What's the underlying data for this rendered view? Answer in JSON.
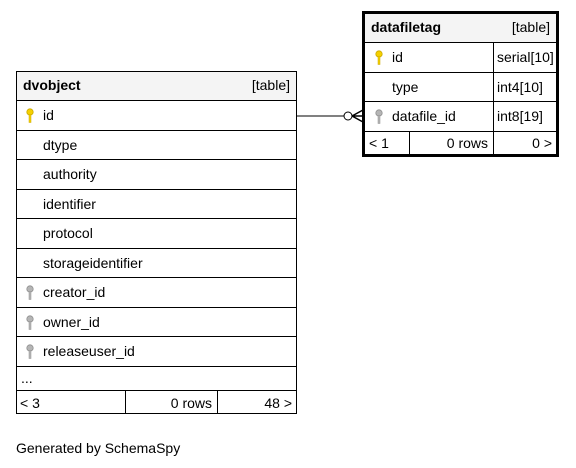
{
  "diagram": {
    "footer_text": "Generated by SchemaSpy",
    "colors": {
      "primary_key_icon": "#f5d000",
      "foreign_key_icon": "#b5b5b5",
      "header_background": "#f4f4f4",
      "line": "#000000"
    },
    "tables": {
      "dvobject": {
        "name": "dvobject",
        "kind": "[table]",
        "columns": [
          {
            "name": "id",
            "key": "primary"
          },
          {
            "name": "dtype",
            "key": "none"
          },
          {
            "name": "authority",
            "key": "none"
          },
          {
            "name": "identifier",
            "key": "none"
          },
          {
            "name": "protocol",
            "key": "none"
          },
          {
            "name": "storageidentifier",
            "key": "none"
          },
          {
            "name": "creator_id",
            "key": "foreign"
          },
          {
            "name": "owner_id",
            "key": "foreign"
          },
          {
            "name": "releaseuser_id",
            "key": "foreign"
          }
        ],
        "more": "...",
        "footer": {
          "parents": "< 3",
          "rows": "0 rows",
          "children": "48 >"
        }
      },
      "datafiletag": {
        "name": "datafiletag",
        "kind": "[table]",
        "columns": [
          {
            "name": "id",
            "type": "serial[10]",
            "key": "primary"
          },
          {
            "name": "type",
            "type": "int4[10]",
            "key": "none"
          },
          {
            "name": "datafile_id",
            "type": "int8[19]",
            "key": "foreign"
          }
        ],
        "footer": {
          "parents": "< 1",
          "rows": "0 rows",
          "children": "0 >"
        }
      }
    },
    "relationship": {
      "from": "datafiletag.datafile_id",
      "to": "dvobject.id",
      "icon": "crows-foot-zero-or-many-icon"
    }
  }
}
